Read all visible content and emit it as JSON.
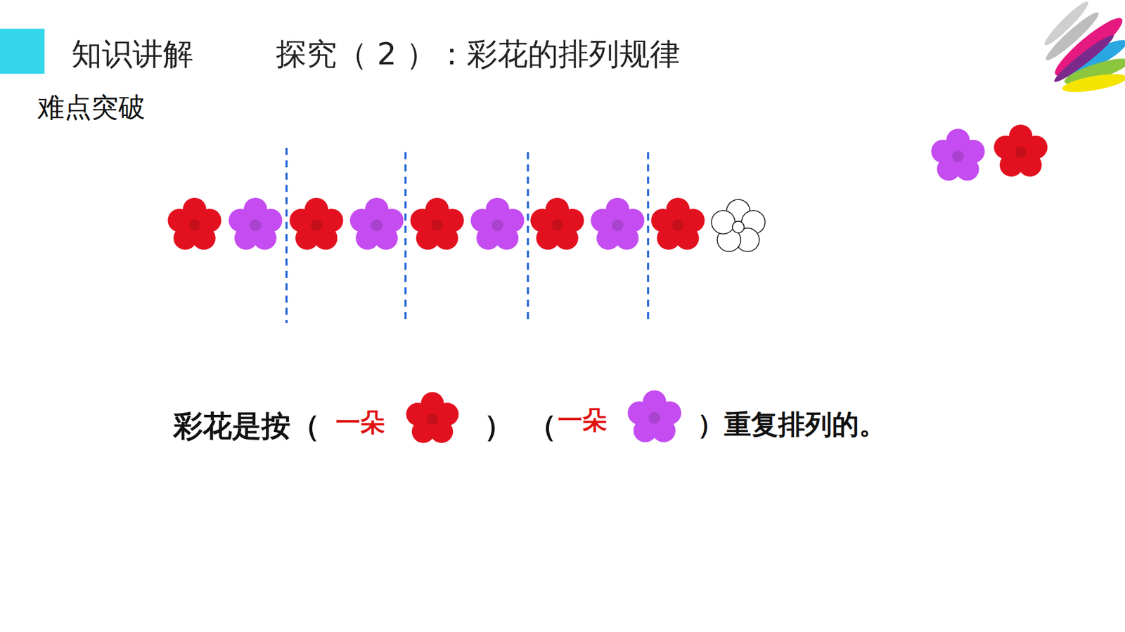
{
  "diagram": {
    "title": "探究（ 2 ）：彩花的排列规律",
    "labels": [
      "知识讲解",
      "难点突破",
      "彩花是按（",
      "一朵",
      "）",
      "（",
      "一朵",
      "）重复排列的。"
    ]
  }
}
